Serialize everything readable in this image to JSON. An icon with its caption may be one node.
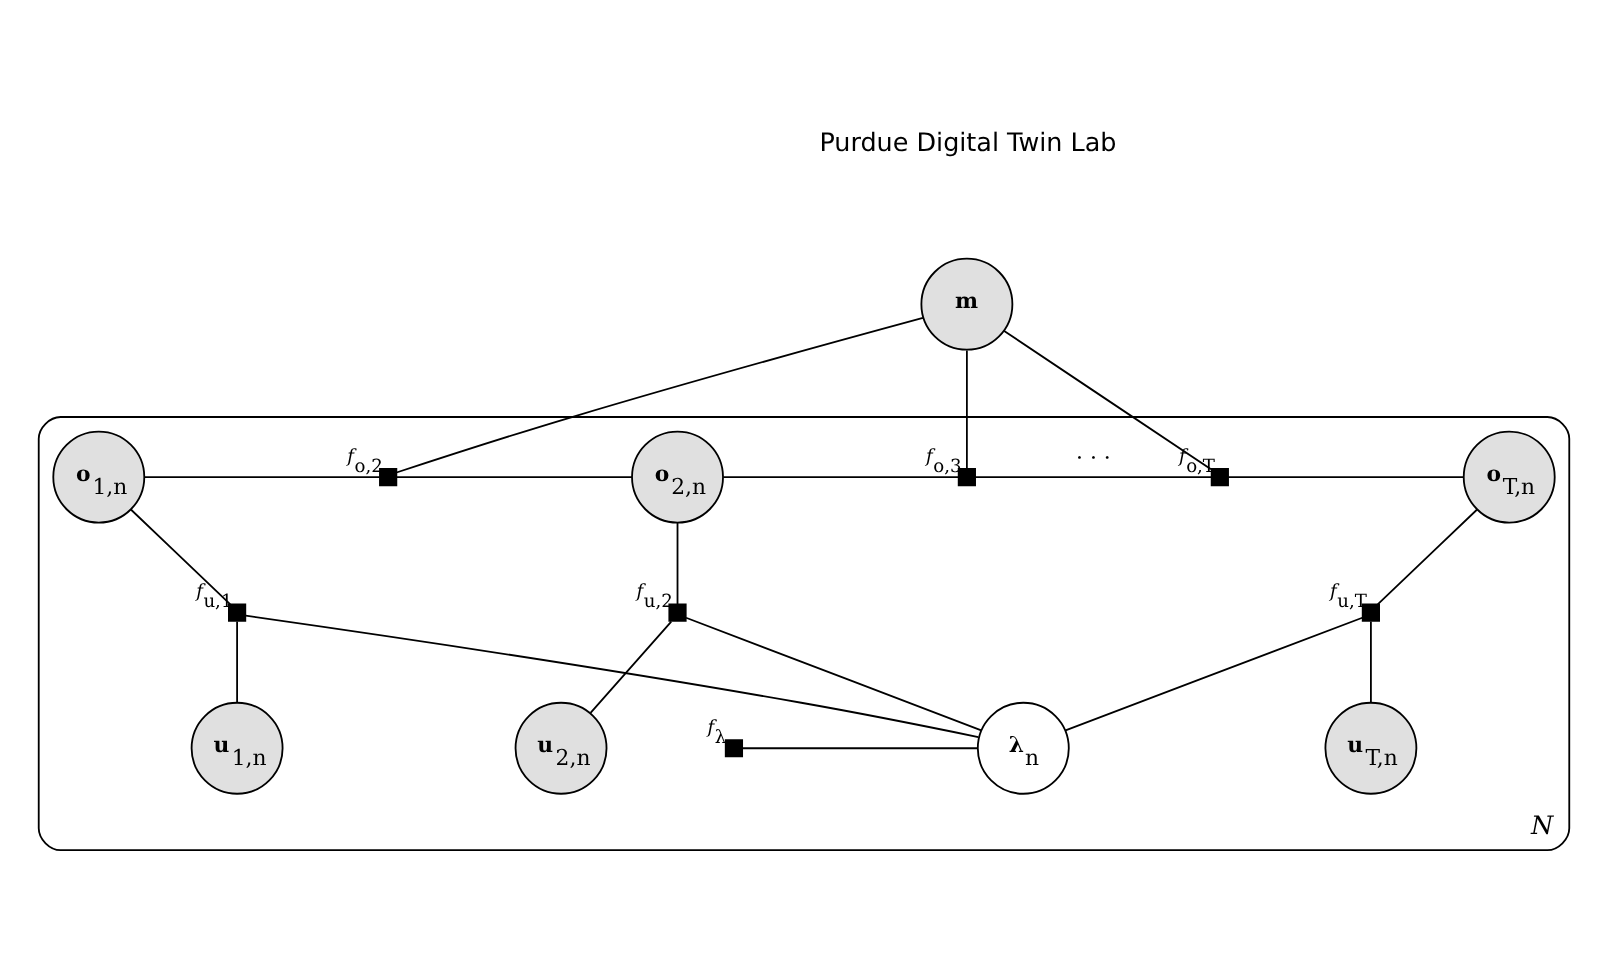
{
  "diagram": {
    "nodes": [
      {
        "text": [
          "**m**"
        ]
      },
      {
        "text": [
          "*N*"
        ]
      },
      {
        "text": [
          "**o**$_{1,n}$"
        ],
        "in": 1
      },
      {
        "text": [],
        "shape": "box",
        "in": 1,
        "beside": [
          "*f*$_{o,2}$"
        ]
      },
      {
        "text": [
          "**o**$_{2,n}$"
        ],
        "in": 1
      },
      {
        "text": [],
        "shape": "box",
        "in": 1,
        "beside": [
          "*f*$_{o,3}$"
        ]
      },
      {
        "text": [],
        "shape": "box",
        "in": 1,
        "beside": [
          "*f*$_{o,T}$"
        ]
      },
      {
        "text": [
          "**o**$_{T,n}$"
        ],
        "in": 1
      },
      {
        "text": [],
        "shape": "box",
        "in": 1,
        "beside": [
          "*f*$_{u,1}$"
        ]
      },
      {
        "text": [],
        "shape": "box",
        "in": 1,
        "beside": [
          "*f*$_{u,2}$"
        ]
      },
      {
        "text": [],
        "shape": "box",
        "in": 1,
        "beside": [
          "*f*$_{u,T}$"
        ]
      },
      {
        "text": [
          "**u**$_{1,n}$"
        ],
        "in": 1
      },
      {
        "text": [
          "**u**$_{2,n}$"
        ],
        "in": 1
      },
      {
        "text": [
          "**u**$_{T,n}$"
        ],
        "in": 1
      },
      {
        "text": [],
        "shape": "box",
        "in": 1,
        "beside": [
          "*f*$_{λ}$"
        ]
      },
      {
        "text": [
          "**λ**$_{n}$"
        ],
        "in": 1
      }
    ],
    "edges": [
      {
        "from": 0,
        "to": 3,
        "arrow": "none"
      },
      {
        "from": 0,
        "to": 5,
        "arrow": "none"
      },
      {
        "from": 0,
        "to": 6,
        "arrow": "none"
      },
      {
        "from": 2,
        "to": 3,
        "arrow": "none"
      },
      {
        "from": 3,
        "to": 4,
        "arrow": "none"
      },
      {
        "from": 4,
        "to": 5,
        "arrow": "none"
      },
      {
        "from": 5,
        "to": 6,
        "arrow": "none",
        "label": "· · ·"
      },
      {
        "from": 6,
        "to": 7,
        "arrow": "none"
      },
      {
        "from": 2,
        "to": 8,
        "arrow": "none"
      },
      {
        "from": 8,
        "to": 11,
        "arrow": "none"
      },
      {
        "from": 4,
        "to": 9,
        "arrow": "none"
      },
      {
        "from": 9,
        "to": 12,
        "arrow": "none"
      },
      {
        "from": 7,
        "to": 10,
        "arrow": "none"
      },
      {
        "from": 10,
        "to": 13,
        "arrow": "none"
      },
      {
        "from": 8,
        "to": 15,
        "arrow": "none"
      },
      {
        "from": 9,
        "to": 15,
        "arrow": "none"
      },
      {
        "from": 10,
        "to": 15,
        "arrow": "none"
      },
      {
        "from": 14,
        "to": 15,
        "arrow": "none"
      }
    ],
    "labels": [
      "Purdue Digital Twin Lab"
    ]
  }
}
